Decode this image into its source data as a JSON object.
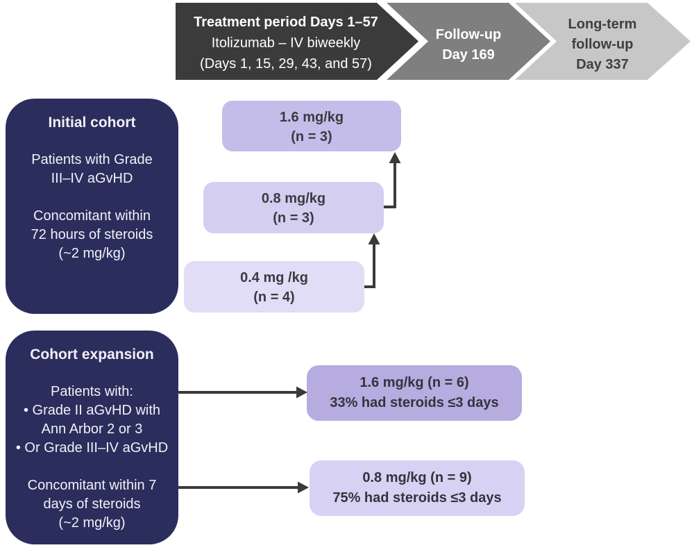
{
  "banner": {
    "stages": [
      {
        "name": "treatment-period",
        "lines": [
          "Treatment period Days 1–57",
          "Itolizumab – IV biweekly",
          "(Days 1, 15, 29, 43, and 57)"
        ],
        "fill": "#3b3b3b",
        "text_color": "#ffffff"
      },
      {
        "name": "follow-up",
        "lines": [
          "Follow-up",
          "Day 169"
        ],
        "fill": "#7f7f7f",
        "text_color": "#ffffff"
      },
      {
        "name": "long-term-follow-up",
        "lines": [
          "Long-term",
          "follow-up",
          "Day 337"
        ],
        "fill": "#c7c7c7",
        "text_color": "#3f3f3f"
      }
    ]
  },
  "cohorts": [
    {
      "title": "Initial cohort",
      "lines": [
        "Patients with Grade",
        "III–IV aGvHD",
        "Concomitant within",
        "72 hours of steroids",
        "(~2 mg/kg)"
      ]
    },
    {
      "title": "Cohort expansion",
      "lines": [
        "Patients with:",
        "• Grade II aGvHD  with",
        "Ann Arbor 2 or 3",
        "• Or Grade III–IV aGvHD",
        "Concomitant within 7",
        "days of steroids",
        "(~2 mg/kg)"
      ]
    }
  ],
  "dose_escalation": [
    {
      "dose": "1.6 mg/kg",
      "n_label": "(n = 3)",
      "fill": "#c4bde9"
    },
    {
      "dose": "0.8 mg/kg",
      "n_label": "(n = 3)",
      "fill": "#d4cef0"
    },
    {
      "dose": "0.4 mg /kg",
      "n_label": "(n = 4)",
      "fill": "#e1ddf6"
    }
  ],
  "expansion_doses": [
    {
      "dose_line": "1.6 mg/kg (n = 6)",
      "steroid_line": "33% had steroids ≤3 days",
      "fill": "#b6ace0"
    },
    {
      "dose_line": "0.8 mg/kg (n = 9)",
      "steroid_line": "75% had steroids ≤3 days",
      "fill": "#d7d1f3"
    }
  ],
  "colors": {
    "cohort_box": "#2b2e5c",
    "cohort_text": "#f1f0f8",
    "dose_text": "#3a3a42",
    "arrow": "#3a3a3a",
    "background": "#ffffff"
  }
}
